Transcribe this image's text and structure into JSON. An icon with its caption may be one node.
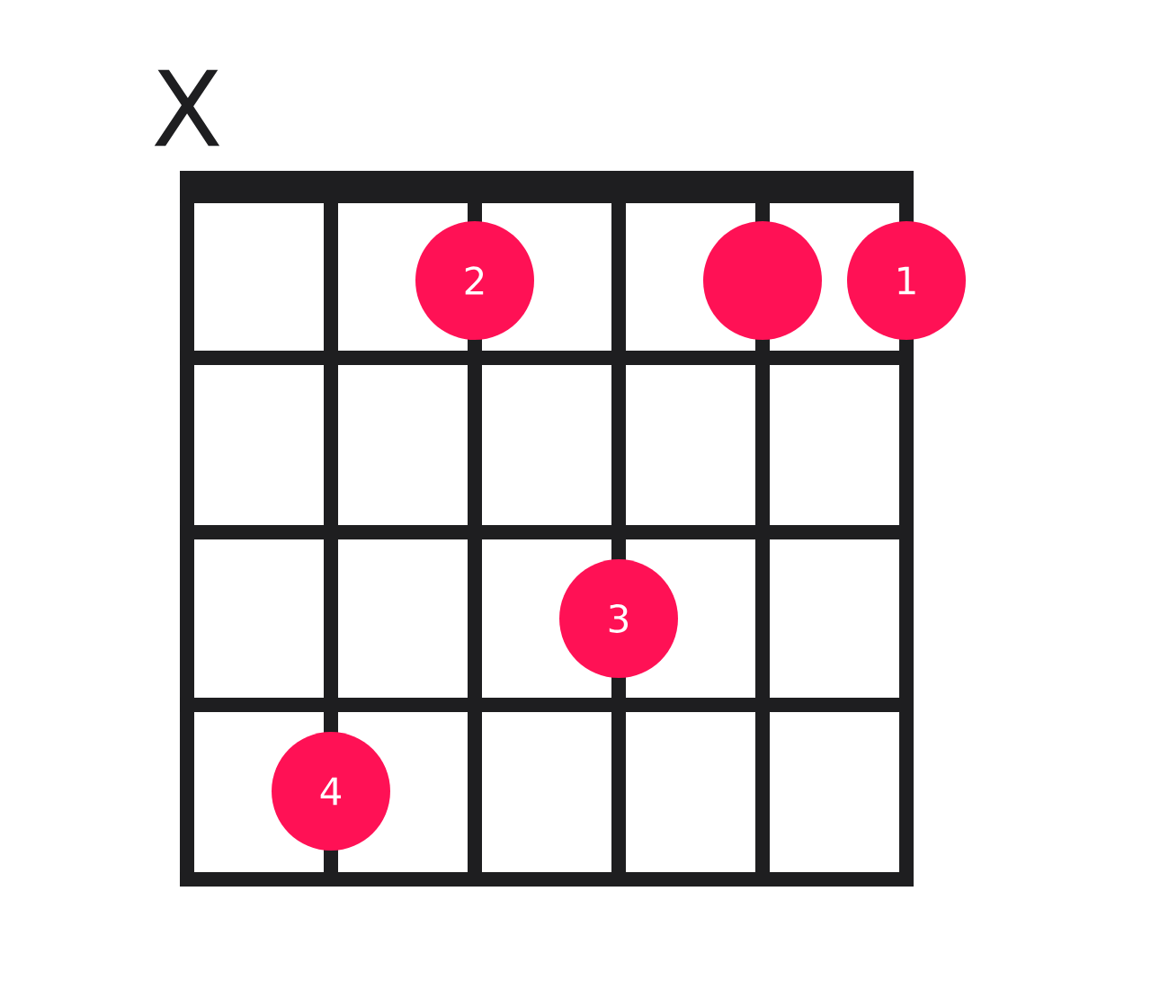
{
  "diagram": {
    "nodes": [
      {
        "text": [
          "2"
        ]
      },
      {
        "text": [],
        "shape": "circle"
      },
      {
        "text": [
          "1"
        ]
      },
      {
        "text": [
          "3"
        ]
      },
      {
        "text": [
          "4"
        ]
      }
    ],
    "labels": [
      "X"
    ]
  }
}
